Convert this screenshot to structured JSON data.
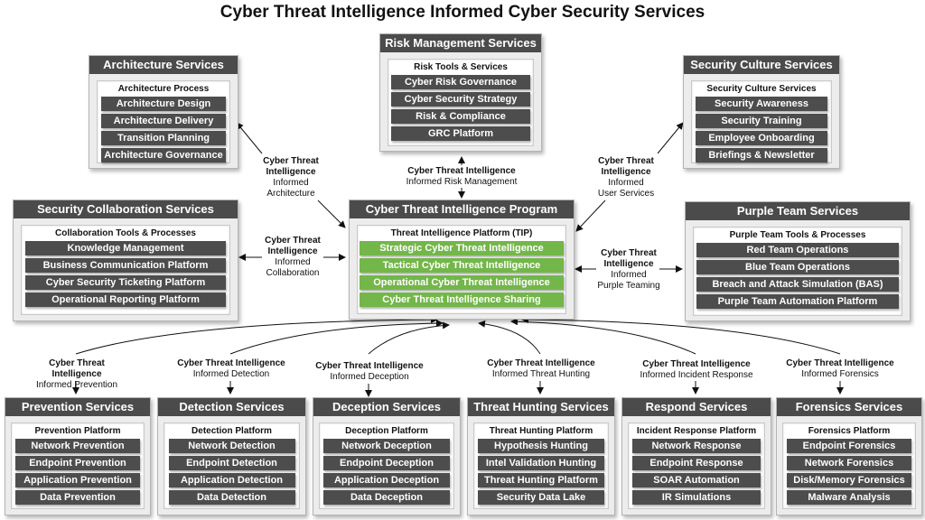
{
  "title": "Cyber Threat Intelligence Informed Cyber Security Services",
  "center": {
    "title": "Cyber Threat Intelligence Program",
    "subtitle": "Threat Intelligence Platform (TIP)",
    "items": [
      "Strategic Cyber Threat Intelligence",
      "Tactical Cyber Threat Intelligence",
      "Operational Cyber Threat Intelligence",
      "Cyber Threat Intelligence Sharing"
    ]
  },
  "risk": {
    "title": "Risk Management Services",
    "subtitle": "Risk Tools & Services",
    "items": [
      "Cyber Risk Governance",
      "Cyber Security Strategy",
      "Risk & Compliance",
      "GRC Platform"
    ]
  },
  "architecture": {
    "title": "Architecture Services",
    "subtitle": "Architecture Process",
    "items": [
      "Architecture Design",
      "Architecture Delivery",
      "Transition Planning",
      "Architecture Governance"
    ]
  },
  "culture": {
    "title": "Security Culture Services",
    "subtitle": "Security Culture Services",
    "items": [
      "Security Awareness",
      "Security Training",
      "Employee Onboarding",
      "Briefings & Newsletter"
    ]
  },
  "collaboration": {
    "title": "Security Collaboration Services",
    "subtitle": "Collaboration Tools & Processes",
    "items": [
      "Knowledge Management",
      "Business Communication Platform",
      "Cyber Security Ticketing Platform",
      "Operational Reporting Platform"
    ]
  },
  "purple": {
    "title": "Purple Team Services",
    "subtitle": "Purple Team Tools & Processes",
    "items": [
      "Red Team Operations",
      "Blue Team Operations",
      "Breach and Attack Simulation (BAS)",
      "Purple Team Automation Platform"
    ]
  },
  "prevention": {
    "title": "Prevention Services",
    "subtitle": "Prevention Platform",
    "items": [
      "Network Prevention",
      "Endpoint Prevention",
      "Application Prevention",
      "Data Prevention"
    ]
  },
  "detection": {
    "title": "Detection Services",
    "subtitle": "Detection Platform",
    "items": [
      "Network Detection",
      "Endpoint Detection",
      "Application Detection",
      "Data Detection"
    ]
  },
  "deception": {
    "title": "Deception Services",
    "subtitle": "Deception Platform",
    "items": [
      "Network Deception",
      "Endpoint Deception",
      "Application Deception",
      "Data Deception"
    ]
  },
  "hunting": {
    "title": "Threat Hunting Services",
    "subtitle": "Threat Hunting Platform",
    "items": [
      "Hypothesis Hunting",
      "Intel Validation Hunting",
      "Threat Hunting Platform",
      "Security Data Lake"
    ]
  },
  "respond": {
    "title": "Respond Services",
    "subtitle": "Incident Response Platform",
    "items": [
      "Network Response",
      "Endpoint Response",
      "SOAR Automation",
      "IR Simulations"
    ]
  },
  "forensics": {
    "title": "Forensics Services",
    "subtitle": "Forensics Platform",
    "items": [
      "Endpoint Forensics",
      "Network Forensics",
      "Disk/Memory Forensics",
      "Malware Analysis"
    ]
  },
  "labels": {
    "architecture": [
      "Cyber Threat",
      "Intelligence",
      "Informed",
      "Architecture"
    ],
    "risk": [
      "Cyber Threat Intelligence",
      "Informed Risk Management"
    ],
    "user": [
      "Cyber Threat",
      "Intelligence",
      "Informed",
      "User Services"
    ],
    "collaboration": [
      "Cyber Threat",
      "Intelligence",
      "Informed",
      "Collaboration"
    ],
    "purple": [
      "Cyber Threat",
      "Intelligence",
      "Informed",
      "Purple Teaming"
    ],
    "prevention": [
      "Cyber Threat Intelligence",
      "Informed Prevention"
    ],
    "detection": [
      "Cyber Threat Intelligence",
      "Informed Detection"
    ],
    "deception": [
      "Cyber Threat Intelligence",
      "Informed Deception"
    ],
    "hunting": [
      "Cyber Threat Intelligence",
      "Informed Threat Hunting"
    ],
    "respond": [
      "Cyber Threat Intelligence",
      "Informed Incident Response"
    ],
    "forensics": [
      "Cyber Threat Intelligence",
      "Informed Forensics"
    ]
  }
}
